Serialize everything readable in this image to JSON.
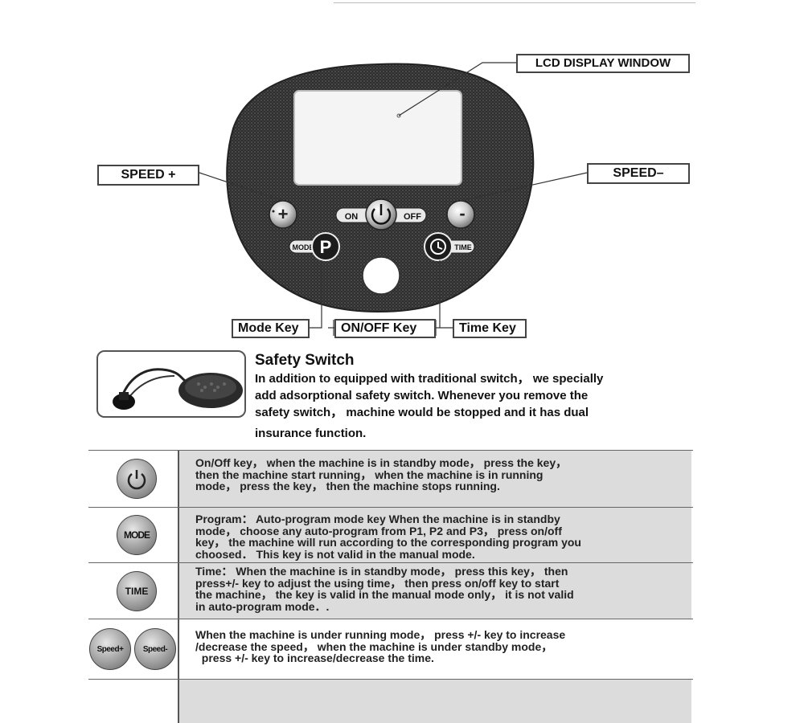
{
  "callouts": {
    "lcd": "LCD DISPLAY WINDOW",
    "speed_plus": "SPEED +",
    "speed_minus": "SPEED–",
    "mode_key": "Mode Key",
    "onoff_key": "ON/OFF Key",
    "time_key": "Time Key"
  },
  "panel": {
    "on_label": "ON",
    "off_label": "OFF",
    "mode_label": "MODE",
    "p_label": "P",
    "time_label": "TIME",
    "plus_glyph": "+",
    "minus_glyph": "-"
  },
  "safety": {
    "title": "Safety Switch",
    "lines": [
      "In addition to equipped with traditional switch， we specially",
      " add adsorptional safety switch. Whenever you remove the",
      "safety switch， machine would be stopped and it has dual",
      "insurance function."
    ]
  },
  "rows": [
    {
      "icon": "power-icon",
      "lines": [
        "On/Off key， when the machine is in standby mode， press the key，",
        "then the machine start running， when the machine is in running",
        "mode， press the key， then the machine stops running."
      ]
    },
    {
      "icon": "mode-button",
      "label": "MODE",
      "lines": [
        "Program： Auto-program mode key  When the machine is in standby",
        "mode， choose any auto-program from P1, P2 and P3， press on/off",
        "key， the machine will run according to the corresponding program you",
        "choosed． This key is not valid in the manual mode."
      ]
    },
    {
      "icon": "time-button",
      "label": "TIME",
      "lines": [
        "Time： When the machine is in standby mode， press this key， then",
        "press+/- key to adjust the using time， then press on/off key to start",
        "the machine， the key is valid in the manual mode only， it is not valid",
        "in auto-program mode．."
      ]
    },
    {
      "icon": "speed-buttons",
      "label_plus": "Speed+",
      "label_minus": "Speed-",
      "lines": [
        "When the machine is under running mode， press +/- key to increase",
        "/decrease the speed， when the machine is under standby mode，",
        "  press +/- key to increase/decrease the time."
      ]
    }
  ]
}
